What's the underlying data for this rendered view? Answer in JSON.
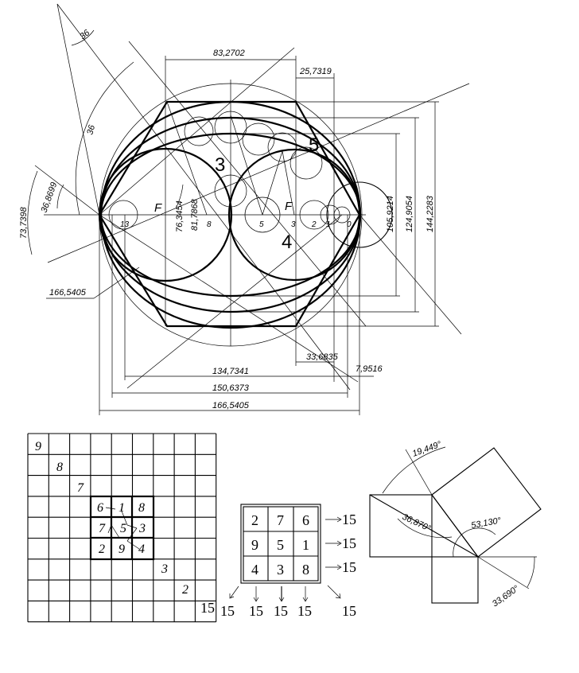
{
  "main_drawing": {
    "dimensions": {
      "top_width": "83,2702",
      "top_right": "25,7319",
      "height_inner": "105,9214",
      "height_mid": "124,9054",
      "height_outer": "144,2283",
      "bottom_small": "33,6835",
      "bottom_tiny": "7,9516",
      "bottom_inner": "134,7341",
      "bottom_mid": "150,6373",
      "bottom_outer": "166,5405",
      "leader_diameter": "166,5405",
      "angle_outer": "73,7398",
      "angle_inner": "36,8699",
      "angle_36_top": "36",
      "angle_36_mid": "36",
      "radius_a": "76,3454",
      "radius_b": "81,7868"
    },
    "region_labels": [
      "3",
      "4",
      "5"
    ],
    "focus_labels": [
      "F",
      "F"
    ],
    "point_labels": [
      "13",
      "8",
      "5",
      "3",
      "2",
      "1",
      "0"
    ]
  },
  "grid_square": {
    "diagonal_numbers": [
      "9",
      "8",
      "7",
      "3",
      "2"
    ],
    "center_cells": [
      "6",
      "1",
      "8",
      "7",
      "5",
      "3",
      "2",
      "9",
      "4"
    ],
    "corner_value": "15"
  },
  "magic_square": {
    "rows": [
      [
        "2",
        "7",
        "6"
      ],
      [
        "9",
        "5",
        "1"
      ],
      [
        "4",
        "3",
        "8"
      ]
    ],
    "row_sums": [
      "15",
      "15",
      "15"
    ],
    "column_sums": [
      "15",
      "15",
      "15"
    ],
    "diagonal_sums": [
      "15",
      "15"
    ]
  },
  "pythagoras": {
    "angles": [
      "19,449°",
      "36,870°",
      "53,130°",
      "33,690°"
    ]
  }
}
